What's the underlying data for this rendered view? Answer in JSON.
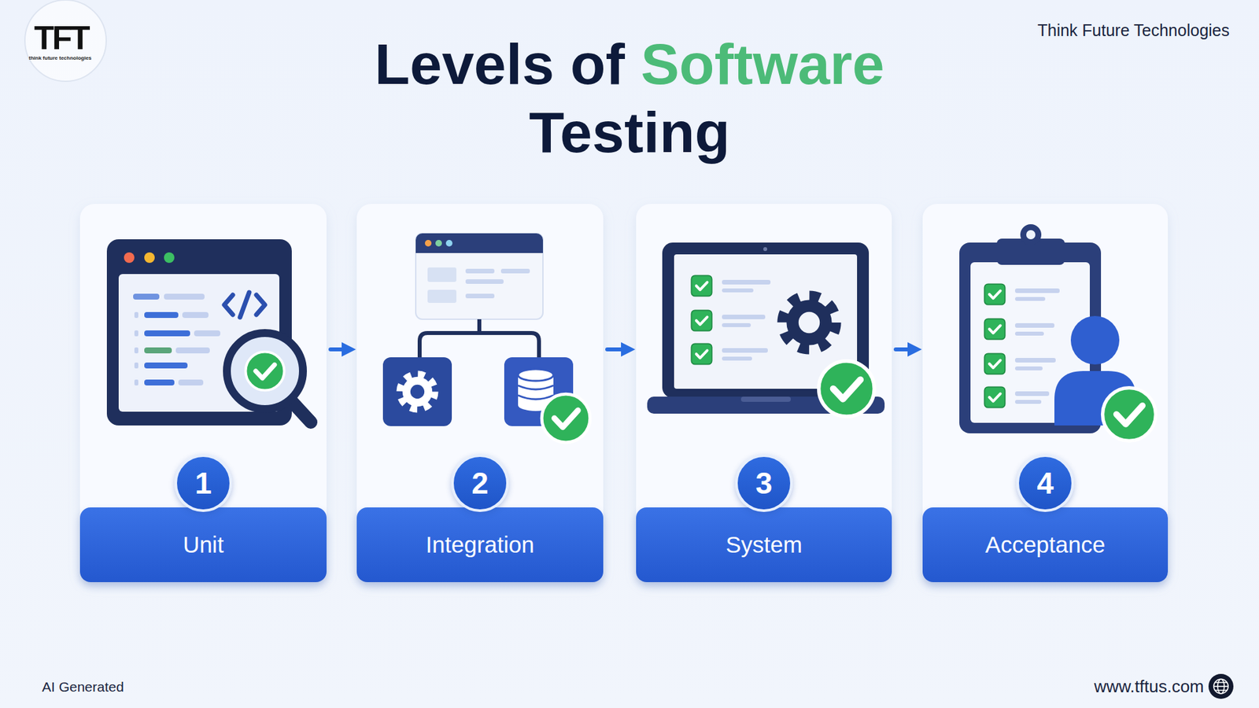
{
  "diagram": {
    "title": "Levels of Software Testing",
    "nodes": [
      {
        "text": [
          "1",
          "Unit"
        ]
      },
      {
        "text": [
          "2",
          "Integration"
        ]
      },
      {
        "text": [
          "3",
          "System"
        ]
      },
      {
        "text": [
          "4",
          "Acceptance"
        ]
      }
    ],
    "edges": [
      {
        "from": 0,
        "to": 1,
        "arrow": "to"
      },
      {
        "from": 1,
        "to": 2,
        "arrow": "to"
      },
      {
        "from": 2,
        "to": 3,
        "arrow": "to"
      }
    ],
    "labels": [
      "TFT",
      "think future technologies",
      "Think Future Technologies",
      "AI Generated",
      "www.tftus.com"
    ]
  }
}
